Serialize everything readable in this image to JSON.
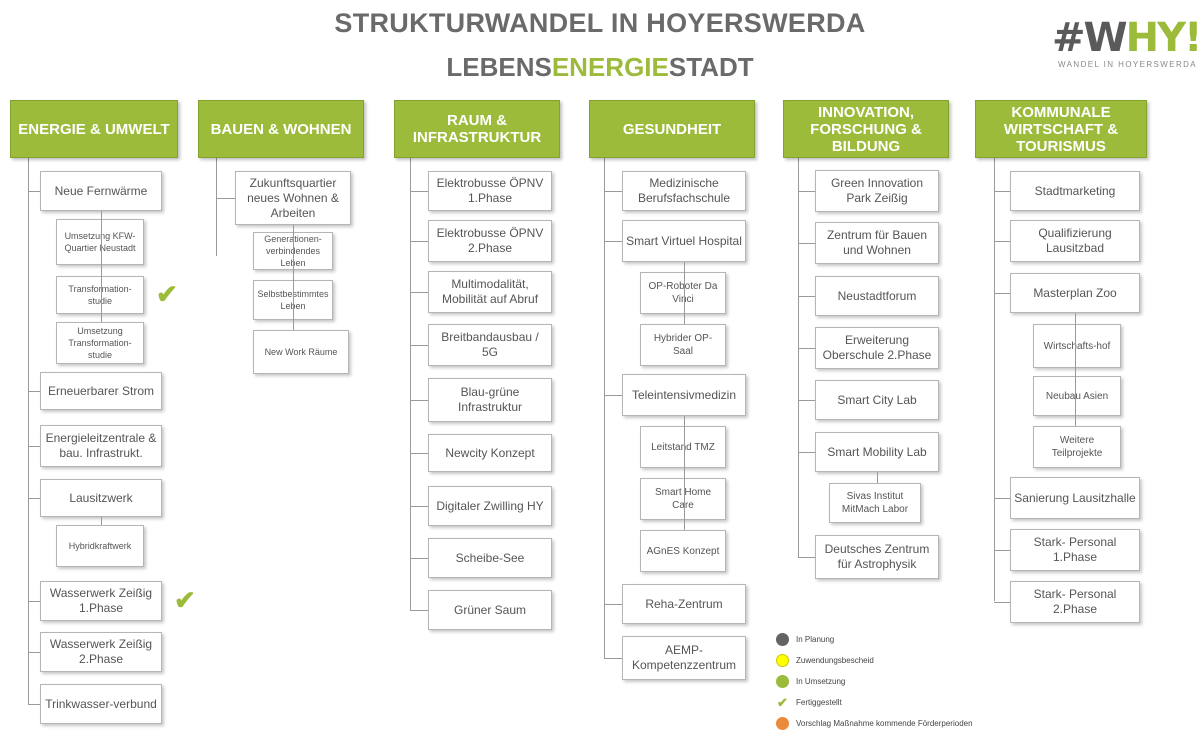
{
  "title": "STRUKTURWANDEL IN HOYERSWERDA",
  "subtitle": {
    "part1": "LEBENS",
    "part2": "ENERGIE",
    "part3": "STADT"
  },
  "logo": {
    "main_a": "#W",
    "main_b": "HY",
    "main_c": "!",
    "tagline": "WANDEL IN HOYERSWERDA"
  },
  "colors": {
    "accent": "#9cbb3a",
    "in_planung": "#636363",
    "zuwendungsbescheid": "#ffff00",
    "in_umsetzung": "#9cbb3a",
    "vorschlag": "#ec8a3c"
  },
  "columns": [
    {
      "title": "ENERGIE & UMWELT",
      "items": [
        {
          "label": "Neue Fernwärme",
          "status": "in_planung",
          "level": 1
        },
        {
          "label": "Umsetzung KFW-Quartier Neustadt",
          "status": "zuwendungsbescheid",
          "level": 2
        },
        {
          "label": "Transformation-studie",
          "status": "fertiggestellt",
          "level": 2
        },
        {
          "label": "Umsetzung Transformation-studie",
          "status": "vorschlag",
          "level": 2
        },
        {
          "label": "Erneuerbarer Strom",
          "status": "vorschlag",
          "level": 1
        },
        {
          "label": "Energieleitzentrale & bau. Infrastrukt.",
          "status": "in_planung+vorschlag",
          "level": 1
        },
        {
          "label": "Lausitzwerk",
          "status": "in_umsetzung",
          "level": 1
        },
        {
          "label": "Hybridkraftwerk",
          "status": "in_planung",
          "level": 2
        },
        {
          "label": "Wasserwerk Zeißig 1.Phase",
          "status": "fertiggestellt",
          "level": 1
        },
        {
          "label": "Wasserwerk Zeißig 2.Phase",
          "status": "vorschlag",
          "level": 1
        },
        {
          "label": "Trinkwasser-verbund",
          "status": "zuwendungsbescheid",
          "level": 1
        }
      ]
    },
    {
      "title": "BAUEN & WOHNEN",
      "items": [
        {
          "label": "Zukunftsquartier neues Wohnen & Arbeiten",
          "status": "vorschlag",
          "level": 1
        },
        {
          "label": "Generationen-verbindendes Leben",
          "status": "vorschlag",
          "level": 2
        },
        {
          "label": "Selbstbestimmtes Leben",
          "status": "vorschlag",
          "level": 2
        },
        {
          "label": "New Work Räume",
          "status": "vorschlag",
          "level": 2
        }
      ]
    },
    {
      "title": "RAUM & INFRASTRUKTUR",
      "items": [
        {
          "label": "Elektrobusse ÖPNV 1.Phase",
          "status": "in_umsetzung",
          "level": 1
        },
        {
          "label": "Elektrobusse ÖPNV 2.Phase",
          "status": "vorschlag",
          "level": 1
        },
        {
          "label": "Multimodalität, Mobilität auf Abruf",
          "status": "vorschlag",
          "level": 1
        },
        {
          "label": "Breitbandausbau / 5G",
          "status": "in_umsetzung",
          "level": 1
        },
        {
          "label": "Blau-grüne Infrastruktur",
          "status": "vorschlag",
          "level": 1
        },
        {
          "label": "Newcity Konzept",
          "status": "in_umsetzung",
          "level": 1
        },
        {
          "label": "Digitaler Zwilling HY",
          "status": "in_umsetzung",
          "level": 1
        },
        {
          "label": "Scheibe-See",
          "status": "in_umsetzung",
          "level": 1
        },
        {
          "label": "Grüner Saum",
          "status": "in_planung",
          "level": 1
        }
      ]
    },
    {
      "title": "GESUNDHEIT",
      "items": [
        {
          "label": "Medizinische Berufsfachschule",
          "status": "vorschlag",
          "level": 1
        },
        {
          "label": "Smart Virtuel Hospital",
          "status": "in_planung",
          "level": 1
        },
        {
          "label": "OP-Roboter Da Vinci",
          "status": "in_umsetzung",
          "level": 2
        },
        {
          "label": "Hybrider OP-Saal",
          "status": "vorschlag",
          "level": 2
        },
        {
          "label": "Teleintensivmedizin",
          "status": "vorschlag",
          "level": 1
        },
        {
          "label": "Leitstand TMZ",
          "status": "vorschlag",
          "level": 2
        },
        {
          "label": "Smart Home Care",
          "status": "vorschlag",
          "level": 2
        },
        {
          "label": "AGnES Konzept",
          "status": "vorschlag",
          "level": 2
        },
        {
          "label": "Reha-Zentrum",
          "status": "in_planung",
          "level": 1
        },
        {
          "label": "AEMP-Kompetenzzentrum",
          "status": "vorschlag",
          "level": 1
        }
      ]
    },
    {
      "title": "INNOVATION, FORSCHUNG & BILDUNG",
      "items": [
        {
          "label": "Green Innovation Park Zeißig",
          "status": "in_planung",
          "level": 1
        },
        {
          "label": "Zentrum für Bauen und Wohnen",
          "status": "in_umsetzung",
          "level": 1
        },
        {
          "label": "Neustadtforum",
          "status": "in_umsetzung",
          "level": 1
        },
        {
          "label": "Erweiterung Oberschule 2.Phase",
          "status": "vorschlag",
          "level": 1
        },
        {
          "label": "Smart City Lab",
          "status": "in_planung",
          "level": 1
        },
        {
          "label": "Smart Mobility Lab",
          "status": "in_umsetzung",
          "level": 1
        },
        {
          "label": "Sivas Institut MitMach Labor",
          "status": "in_umsetzung",
          "level": 2
        },
        {
          "label": "Deutsches Zentrum für Astrophysik",
          "status": "in_umsetzung",
          "level": 1
        }
      ]
    },
    {
      "title": "KOMMUNALE WIRTSCHAFT & TOURISMUS",
      "items": [
        {
          "label": "Stadtmarketing",
          "status": "in_umsetzung",
          "level": 1
        },
        {
          "label": "Qualifizierung Lausitzbad",
          "status": "in_umsetzung",
          "level": 1
        },
        {
          "label": "Masterplan Zoo",
          "status": "in_planung",
          "level": 1
        },
        {
          "label": "Wirtschafts-hof",
          "status": "zuwendungsbescheid",
          "level": 2
        },
        {
          "label": "Neubau Asien",
          "status": "in_planung",
          "level": 2
        },
        {
          "label": "Weitere Teilprojekte",
          "status": "vorschlag",
          "level": 2
        },
        {
          "label": "Sanierung Lausitzhalle",
          "status": "in_planung",
          "level": 1
        },
        {
          "label": "Stark- Personal 1.Phase",
          "status": "in_umsetzung",
          "level": 1
        },
        {
          "label": "Stark- Personal 2.Phase",
          "status": "in_planung",
          "level": 1
        }
      ]
    }
  ],
  "legend": [
    {
      "key": "in_planung",
      "label": "In Planung"
    },
    {
      "key": "zuwendungsbescheid",
      "label": "Zuwendungsbescheid"
    },
    {
      "key": "in_umsetzung",
      "label": "In Umsetzung"
    },
    {
      "key": "fertiggestellt",
      "label": "Fertiggestellt"
    },
    {
      "key": "vorschlag",
      "label": "Vorschlag Maßnahme kommende Förderperioden"
    }
  ]
}
